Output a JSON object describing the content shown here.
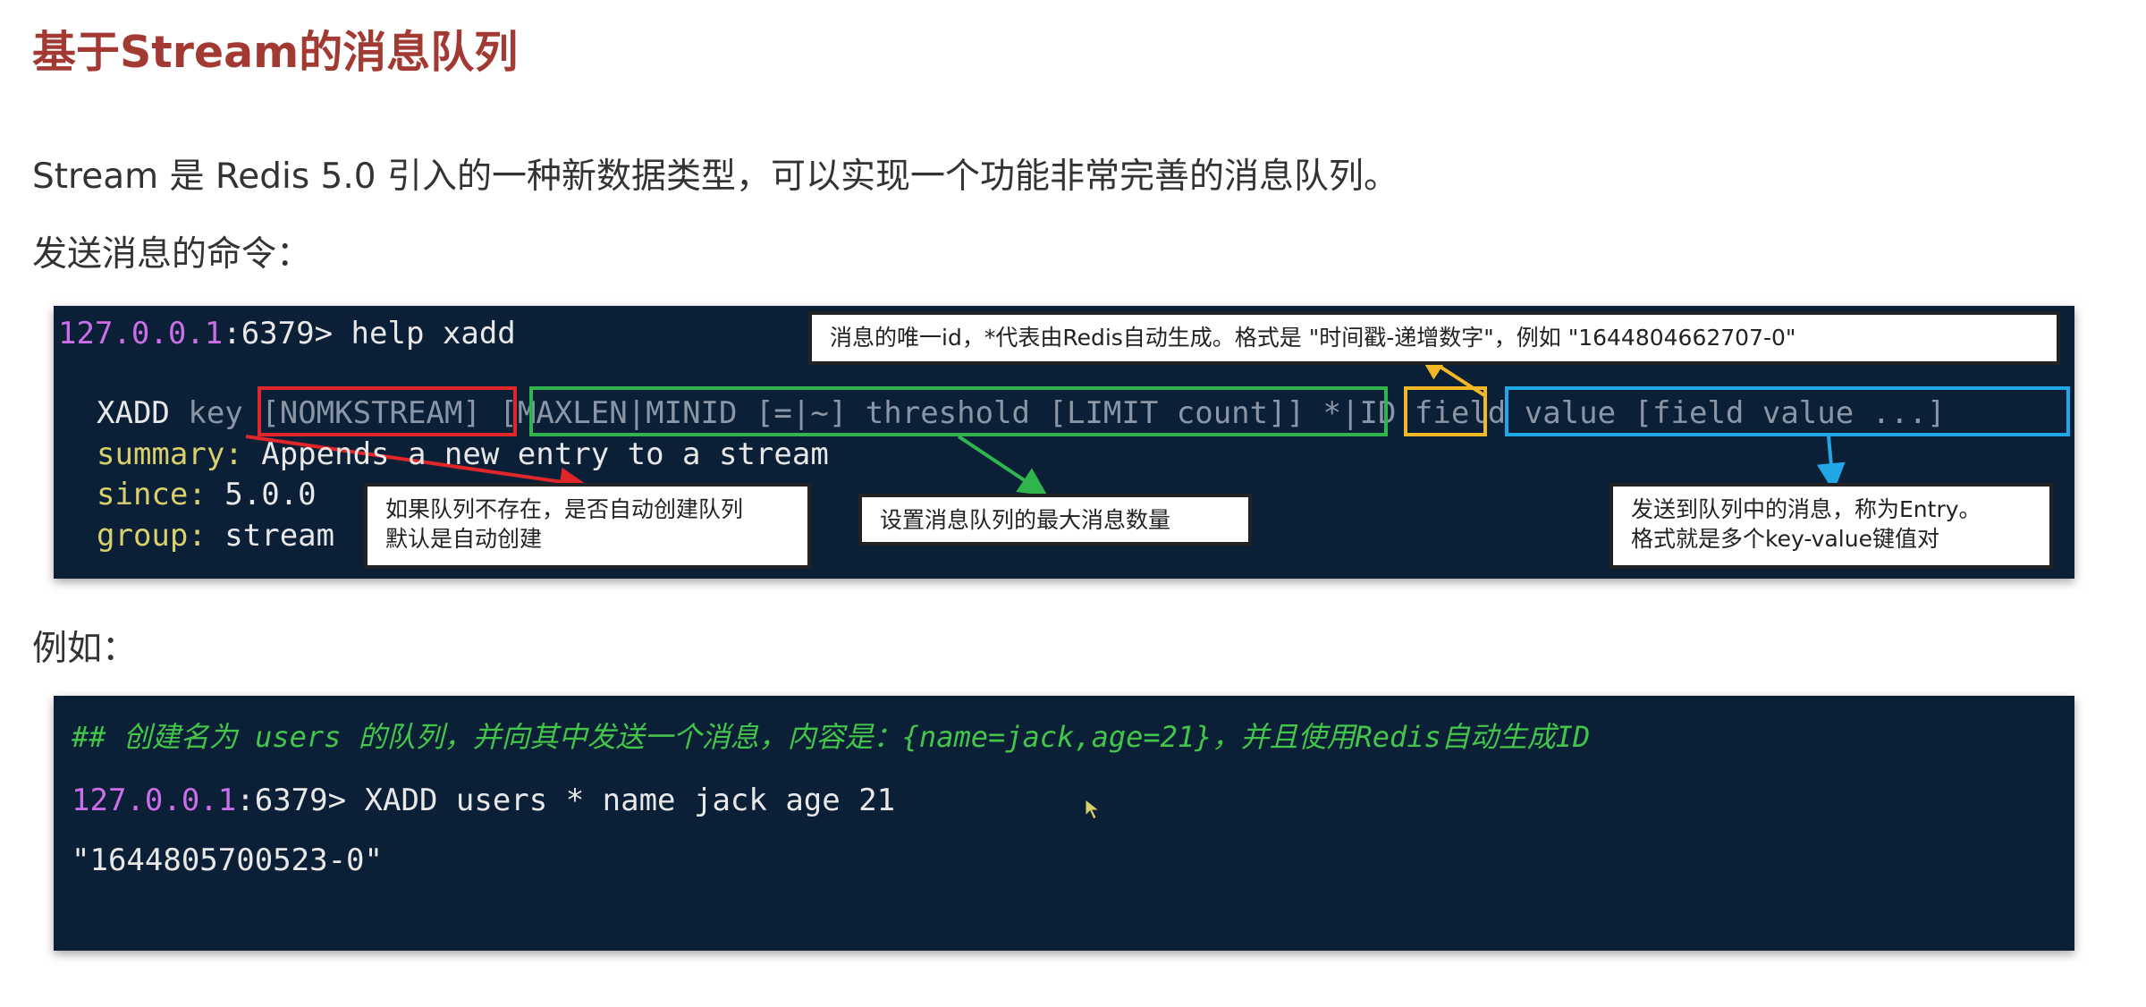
{
  "title": "基于Stream的消息队列",
  "intro": "Stream 是 Redis 5.0 引入的一种新数据类型，可以实现一个功能非常完善的消息队列。",
  "send_label": "发送消息的命令：",
  "example_label": "例如：",
  "help_block": {
    "prompt_host": "127.0.0.1",
    "prompt_port": ":6379>",
    "help_command": " help xadd",
    "xadd_keyword": "XADD",
    "key_word": " key",
    "nomkstream": "[NOMKSTREAM]",
    "maxlen": "[MAXLEN|MINID [=|~] threshold [LIMIT count]]",
    "star_id": "*|ID",
    "field_value": "field value [field value ...]",
    "summary_label": "summary:",
    "summary_value": " Appends a new entry to a stream",
    "since_label": "since:",
    "since_value": " 5.0.0",
    "group_label": "group:",
    "group_value": " stream"
  },
  "callouts": {
    "id": "消息的唯一id，*代表由Redis自动生成。格式是 \"时间戳-递增数字\"，例如 \"1644804662707-0\"",
    "nomkstream_1": "如果队列不存在，是否自动创建队列",
    "nomkstream_2": "默认是自动创建",
    "maxlen": "设置消息队列的最大消息数量",
    "entry_1": "发送到队列中的消息，称为Entry。",
    "entry_2": "格式就是多个key-value键值对"
  },
  "example_block": {
    "comment": "## 创建名为 users 的队列，并向其中发送一个消息，内容是：{name=jack,age=21}，并且使用Redis自动生成ID",
    "prompt_host": "127.0.0.1",
    "prompt_port": ":6379>",
    "command": " XADD users * name jack age 21",
    "result": "\"1644805700523-0\""
  },
  "colors": {
    "title": "#a23a33",
    "terminal_bg": "#0b2037",
    "red": "#e0262a",
    "green": "#2fb44e",
    "yellow": "#f2b825",
    "blue": "#22a7e6"
  }
}
